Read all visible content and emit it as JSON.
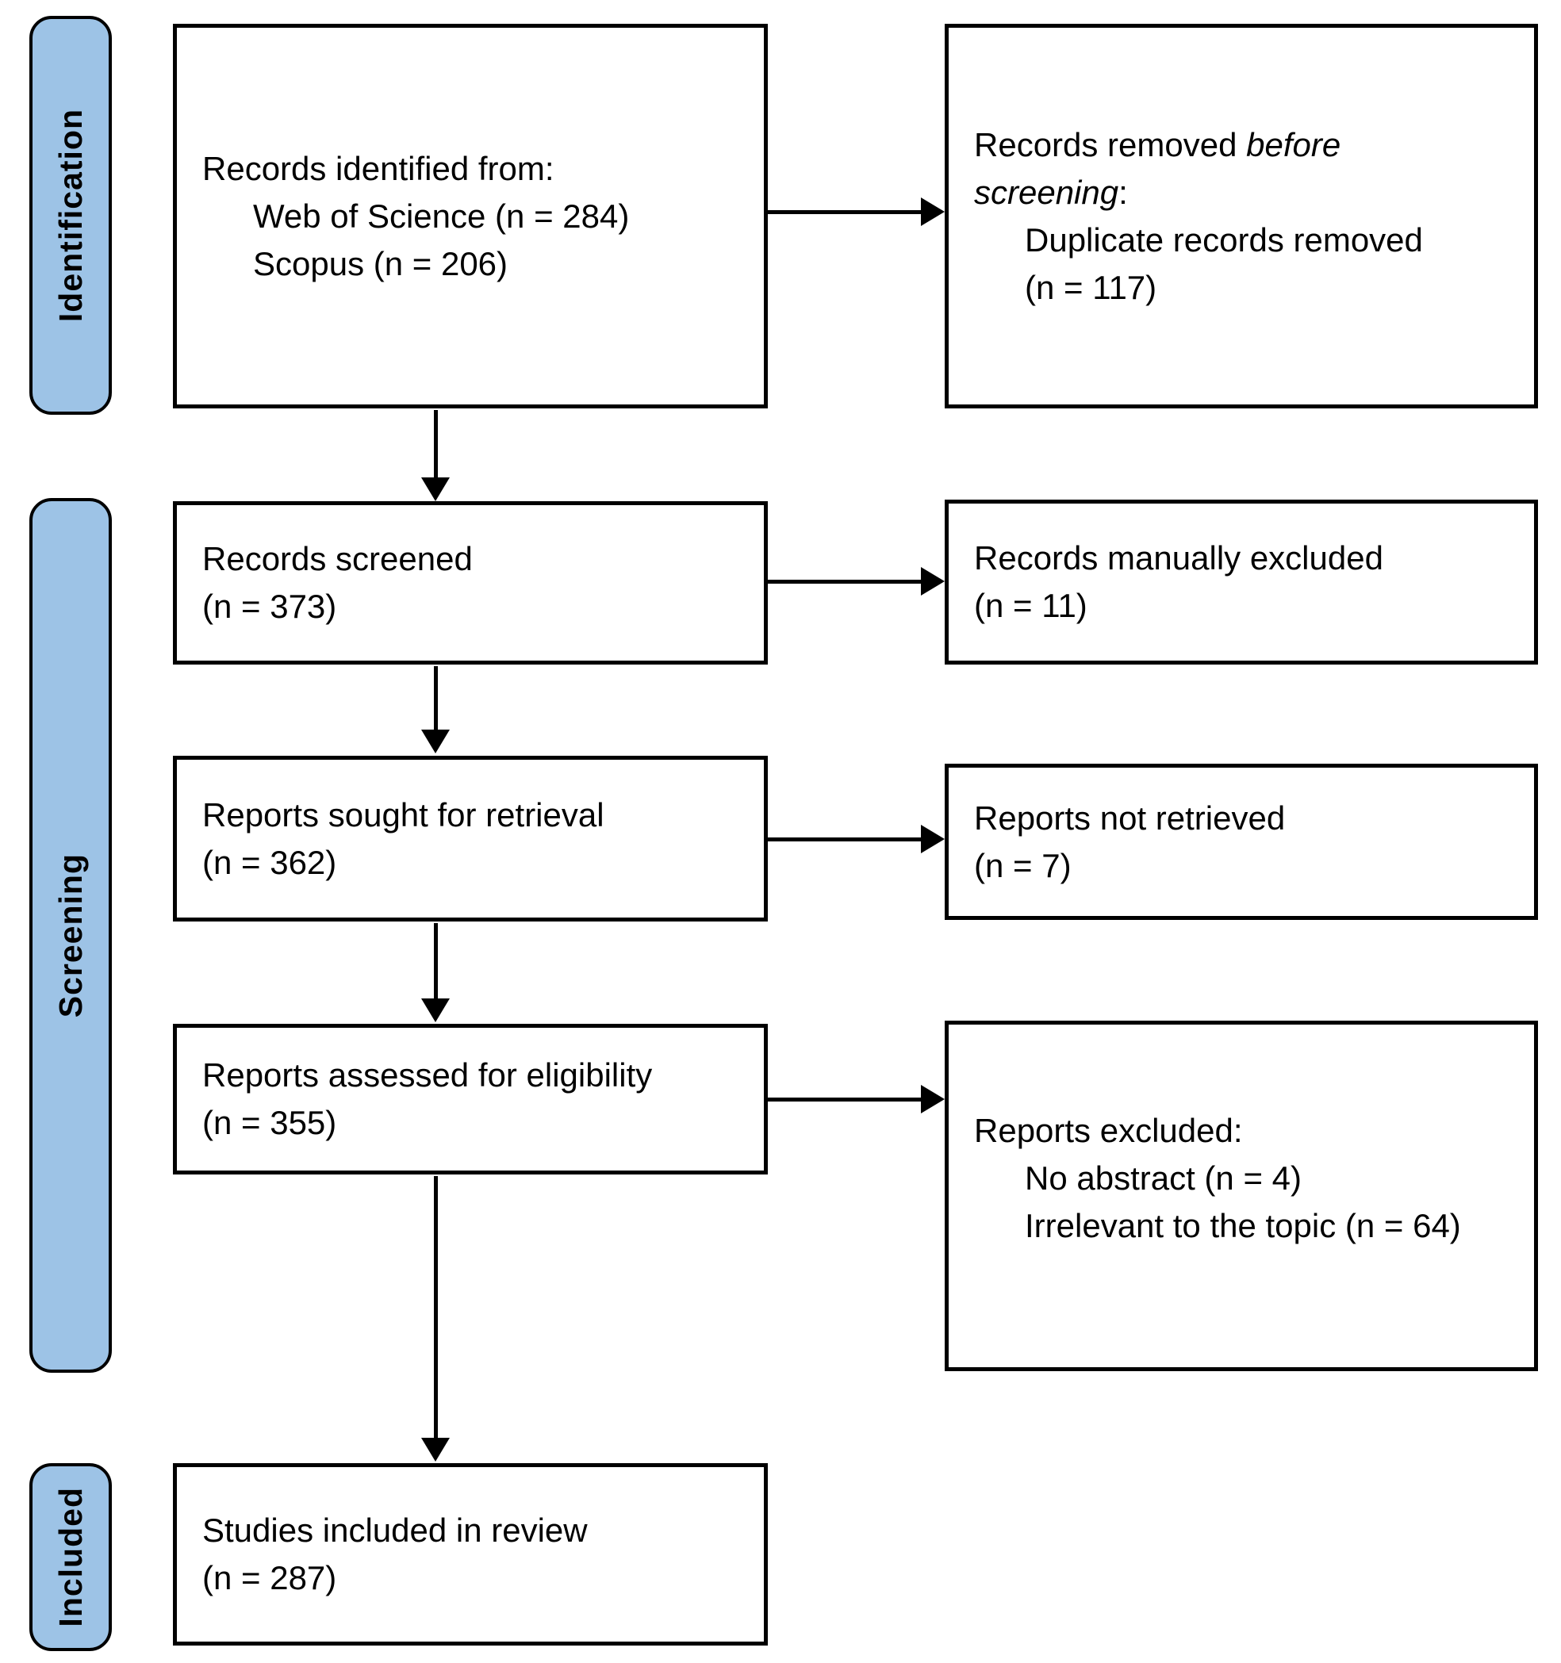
{
  "diagram": {
    "type": "prisma-flow",
    "colors": {
      "stage_fill": "#9DC3E6",
      "line": "#000000",
      "box_fill": "#FFFFFF"
    }
  },
  "stages": {
    "identification": "Identification",
    "screening": "Screening",
    "included": "Included"
  },
  "boxes": {
    "records_identified": {
      "line1": "Records identified from:",
      "line2": "Web of Science (n = 284)",
      "line3": "Scopus (n = 206)"
    },
    "records_removed": {
      "line1_normal": "Records removed ",
      "line1_italic": "before",
      "line2_italic": "screening",
      "line2_normal": ":",
      "line3": "Duplicate records removed",
      "line4": "(n = 117)"
    },
    "records_screened": {
      "line1": "Records screened",
      "line2": "(n = 373)"
    },
    "records_manually_excluded": {
      "line1": "Records manually excluded",
      "line2": "(n = 11)"
    },
    "reports_sought": {
      "line1": "Reports sought for retrieval",
      "line2": "(n = 362)"
    },
    "reports_not_retrieved": {
      "line1": "Reports not retrieved",
      "line2": "(n = 7)"
    },
    "reports_assessed": {
      "line1": "Reports assessed for eligibility",
      "line2": "(n = 355)"
    },
    "reports_excluded": {
      "line1": "Reports excluded:",
      "line2": "No abstract (n = 4)",
      "line3": "Irrelevant to the topic (n = 64)"
    },
    "studies_included": {
      "line1": "Studies included in review",
      "line2": "(n = 287)"
    }
  }
}
